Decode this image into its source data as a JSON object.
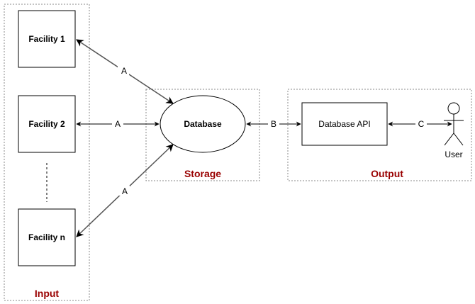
{
  "colors": {
    "group_label": "#990000",
    "stroke": "#000000",
    "edge": "#555555",
    "container_border": "#888888"
  },
  "groups": {
    "input": {
      "label": "Input"
    },
    "storage": {
      "label": "Storage"
    },
    "output": {
      "label": "Output"
    }
  },
  "nodes": {
    "facility1": "Facility 1",
    "facility2": "Facility 2",
    "facilityn": "Facility n",
    "database": "Database",
    "database_api": "Database API",
    "user": "User"
  },
  "edges": {
    "f1_db": "A",
    "f2_db": "A",
    "fn_db": "A",
    "db_api": "B",
    "api_user": "C"
  }
}
